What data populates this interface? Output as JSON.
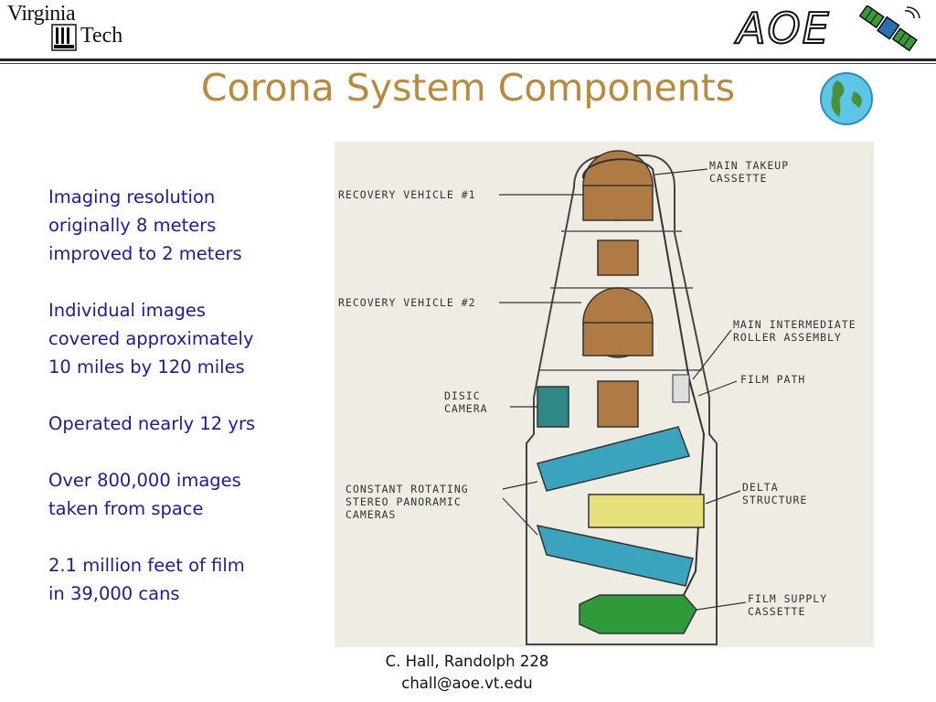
{
  "header": {
    "logo_top": "Virginia",
    "logo_bottom": "Tech",
    "aoe_logo": "AOE",
    "satellite_icon": "satellite-icon",
    "globe_icon": "globe-icon"
  },
  "title": "Corona System Components",
  "bullets": [
    [
      "Imaging resolution",
      "originally 8 meters",
      "improved to 2 meters"
    ],
    [
      "Individual images",
      "covered approximately",
      "10 miles by 120 miles"
    ],
    [
      "Operated nearly 12 yrs"
    ],
    [
      "Over 800,000 images",
      "taken from space"
    ],
    [
      "2.1 million feet of film",
      "in 39,000 cans"
    ]
  ],
  "figure": {
    "labels": {
      "rv1": "RECOVERY VEHICLE #1",
      "rv2": "RECOVERY VEHICLE #2",
      "disic1": "DISIC",
      "disic2": "CAMERA",
      "crs1": "CONSTANT ROTATING",
      "crs2": "STEREO PANORAMIC",
      "crs3": "CAMERAS",
      "takeup1": "MAIN TAKEUP",
      "takeup2": "CASSETTE",
      "roller1": "MAIN INTERMEDIATE",
      "roller2": "ROLLER ASSEMBLY",
      "filmpath": "FILM PATH",
      "delta1": "DELTA",
      "delta2": "STRUCTURE",
      "supply1": "FILM SUPPLY",
      "supply2": "CASSETTE"
    },
    "colors": {
      "recovery": "#b07a45",
      "camera": "#3aa3bd",
      "disic": "#2f8a86",
      "delta": "#e6e07a",
      "supply": "#2f9a3a"
    }
  },
  "footer": {
    "line1": "C. Hall, Randolph 228",
    "line2": "chall@aoe.vt.edu"
  }
}
